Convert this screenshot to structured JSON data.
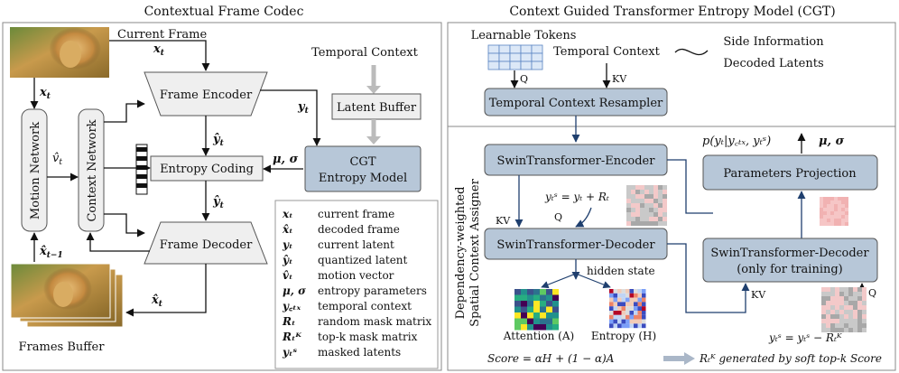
{
  "left_panel": {
    "title": "Contextual Frame Codec",
    "current_frame_label": "Current Frame",
    "x_t": "x",
    "t_sub": "t",
    "frame_encoder": "Frame Encoder",
    "frame_decoder": "Frame Decoder",
    "entropy_coding": "Entropy Coding",
    "motion_network": "Motion Network",
    "context_network": "Context Network",
    "temporal_context": "Temporal Context",
    "latent_buffer": "Latent Buffer",
    "cgt_box": [
      "CGT",
      "Entropy Model"
    ],
    "mu_sigma": "μ, σ",
    "y_t": "y",
    "v_t": "v̂",
    "x_hat": "x̂",
    "y_hat": "ŷ",
    "x_prev_sub": "t−1",
    "frames_buffer": "Frames Buffer",
    "legend": [
      {
        "sym": "xₜ",
        "desc": "current frame"
      },
      {
        "sym": "x̂ₜ",
        "desc": "decoded frame"
      },
      {
        "sym": "yₜ",
        "desc": "current latent"
      },
      {
        "sym": "ŷₜ",
        "desc": "quantized latent"
      },
      {
        "sym": "v̂ₜ",
        "desc": "motion vector"
      },
      {
        "sym": "μ, σ",
        "desc": "entropy parameters"
      },
      {
        "sym": "y꜀ₜₓ",
        "desc": "temporal context"
      },
      {
        "sym": "Rₜ",
        "desc": "random mask matrix"
      },
      {
        "sym": "Rₜᴷ",
        "desc": "top-k mask matrix"
      },
      {
        "sym": "yₜˢ",
        "desc": "masked latents"
      }
    ]
  },
  "right_panel": {
    "title": "Context Guided Transformer Entropy Model (CGT)",
    "learnable_tokens": "Learnable Tokens",
    "temporal_context": "Temporal Context",
    "side_information": "Side Information",
    "decoded_latents": "Decoded Latents",
    "q": "Q",
    "kv": "KV",
    "resampler": "Temporal Context Resampler",
    "swin_encoder": "SwinTransformer-Encoder",
    "swin_decoder": "SwinTransformer-Decoder",
    "swin_decoder_train": [
      "SwinTransformer-Decoder",
      "(only for training)"
    ],
    "params_projection": "Parameters Projection",
    "p_formula": "p(yₜ|y꜀ₜₓ, yₜˢ)",
    "mu_sigma": "μ, σ",
    "mask_formula": "yₜˢ = yₜ + Rₜ",
    "mask_formula2": "yₜˢ = yₜˢ − Rₜᴷ",
    "hidden_state": "hidden state",
    "attention": "Attention (A)",
    "entropy": "Entropy (H)",
    "dwsca": [
      "Dependency-weighted",
      "Spatial Context Assigner"
    ],
    "score": "Score = αH + (1 − α)A",
    "generated": "Rₜᴷ generated by soft top-k Score"
  }
}
